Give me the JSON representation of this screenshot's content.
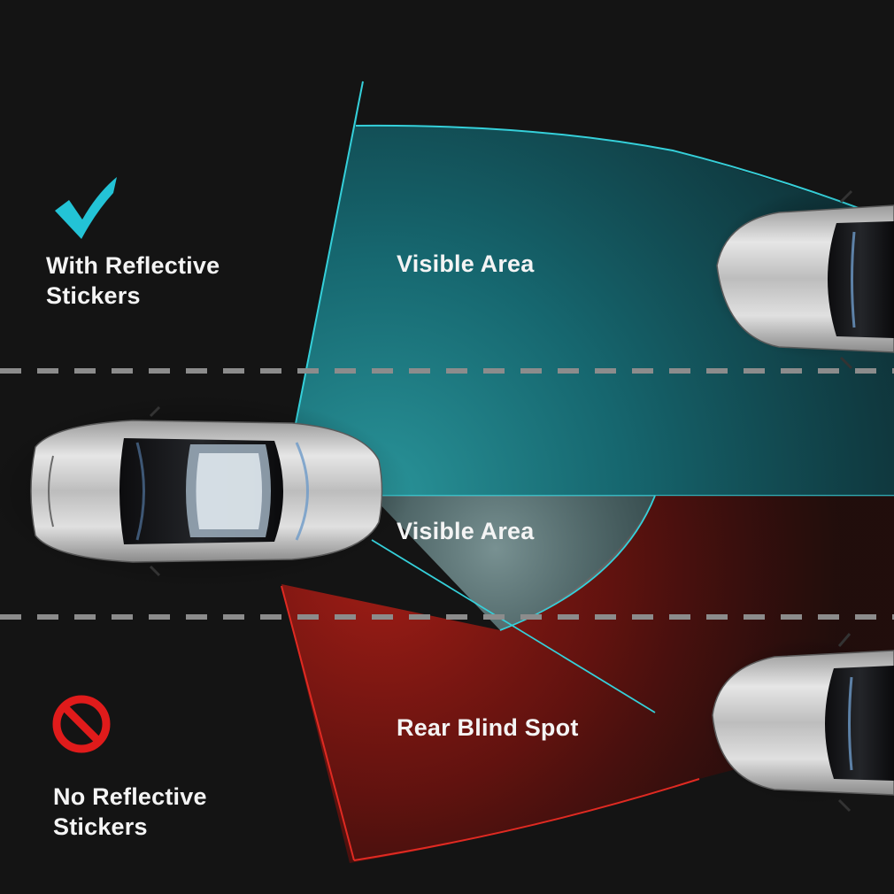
{
  "good": {
    "label_line1": "With Reflective",
    "label_line2": "Stickers",
    "icon": "checkmark-icon",
    "color": "#23c3d6"
  },
  "bad": {
    "label_line1": "No Reflective",
    "label_line2": "Stickers",
    "icon": "prohibited-icon",
    "color": "#e01b1b"
  },
  "zones": {
    "visible_upper": "Visible Area",
    "visible_lower": "Visible Area",
    "blind_spot": "Rear Blind Spot"
  },
  "colors": {
    "background": "#141414",
    "visible_zone": "#1b8f96",
    "blind_zone": "#8a1410",
    "lane_dash": "#8c8c8c",
    "car_body": "#cfcfcf"
  }
}
